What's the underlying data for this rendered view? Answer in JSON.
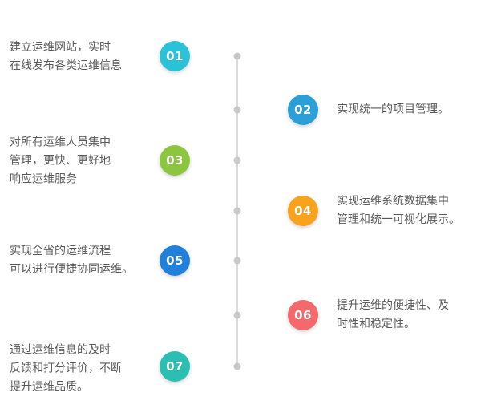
{
  "diagram": {
    "text_color": "#595959",
    "line_color": "#dcdcdc",
    "dot_color": "#c9c9c9",
    "items": [
      {
        "number": "01",
        "side": "left",
        "color": "#29c2d8",
        "lines": [
          "建立运维网站，实时",
          "在线发布各类运维信息"
        ]
      },
      {
        "number": "02",
        "side": "right",
        "color": "#2a9fd8",
        "lines": [
          "实现统一的项目管理。"
        ]
      },
      {
        "number": "03",
        "side": "left",
        "color": "#8cc63e",
        "lines": [
          "对所有运维人员集中",
          "管理，更快、更好地",
          "响应运维服务"
        ]
      },
      {
        "number": "04",
        "side": "right",
        "color": "#f9a21d",
        "lines": [
          "实现运维系统数据集中",
          "管理和统一可视化展示。"
        ]
      },
      {
        "number": "05",
        "side": "left",
        "color": "#2180d9",
        "lines": [
          "实现全省的运维流程",
          "可以进行便捷协同运维。"
        ]
      },
      {
        "number": "06",
        "side": "right",
        "color": "#f4696b",
        "lines": [
          "提升运维的便捷性、及",
          "时性和稳定性。"
        ]
      },
      {
        "number": "07",
        "side": "left",
        "color": "#2abfb2",
        "lines": [
          "通过运维信息的及时",
          "反馈和打分评价，不断",
          "提升运维品质。"
        ]
      }
    ]
  }
}
